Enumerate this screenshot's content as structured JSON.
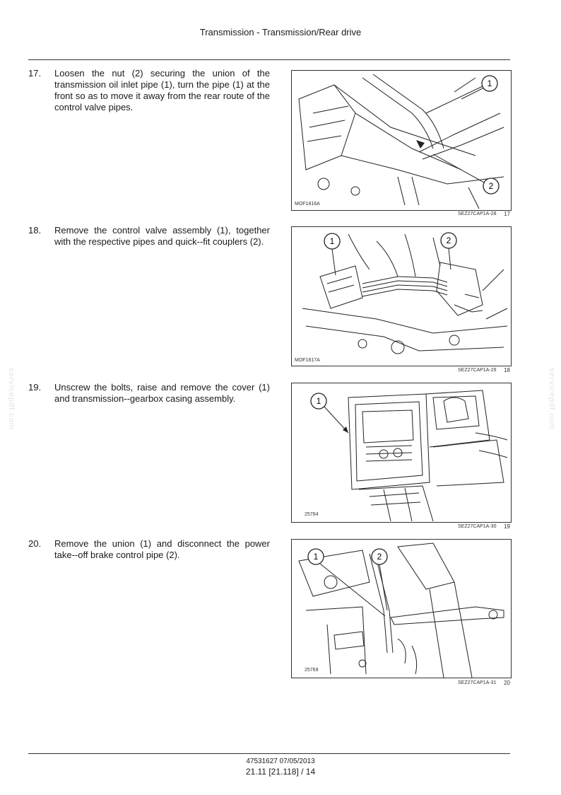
{
  "header": {
    "title": "Transmission - Transmission/Rear drive"
  },
  "steps": [
    {
      "number": "17.",
      "text": "Loosen the nut (2) securing the union of the transmission oil inlet pipe (1), turn the pipe (1) at the front so as to move it away from the rear route of the control valve pipes.",
      "figure_code": "MOF1816A",
      "reference": "SEZ27CAP1A-28",
      "figure_number": "17",
      "callouts": [
        "1",
        "2"
      ]
    },
    {
      "number": "18.",
      "text": "Remove the control valve assembly (1), together with the respective pipes and quick--fit couplers (2).",
      "figure_code": "MOF1817A",
      "reference": "SEZ27CAP1A-29",
      "figure_number": "18",
      "callouts": [
        "1",
        "2"
      ]
    },
    {
      "number": "19.",
      "text": "Unscrew the bolts, raise and remove the cover (1) and transmission--gearbox casing assembly.",
      "figure_code": "25764",
      "reference": "SEZ27CAP1A-30",
      "figure_number": "19",
      "callouts": [
        "1"
      ]
    },
    {
      "number": "20.",
      "text": "Remove the union (1) and disconnect the power take--off brake control pipe (2).",
      "figure_code": "25769",
      "reference": "SEZ27CAP1A-31",
      "figure_number": "20",
      "callouts": [
        "1",
        "2"
      ]
    }
  ],
  "watermark": "servicepdf.com",
  "footer": {
    "doc_code": "47531627 07/05/2013",
    "page": "21.11 [21.118] / 14"
  }
}
